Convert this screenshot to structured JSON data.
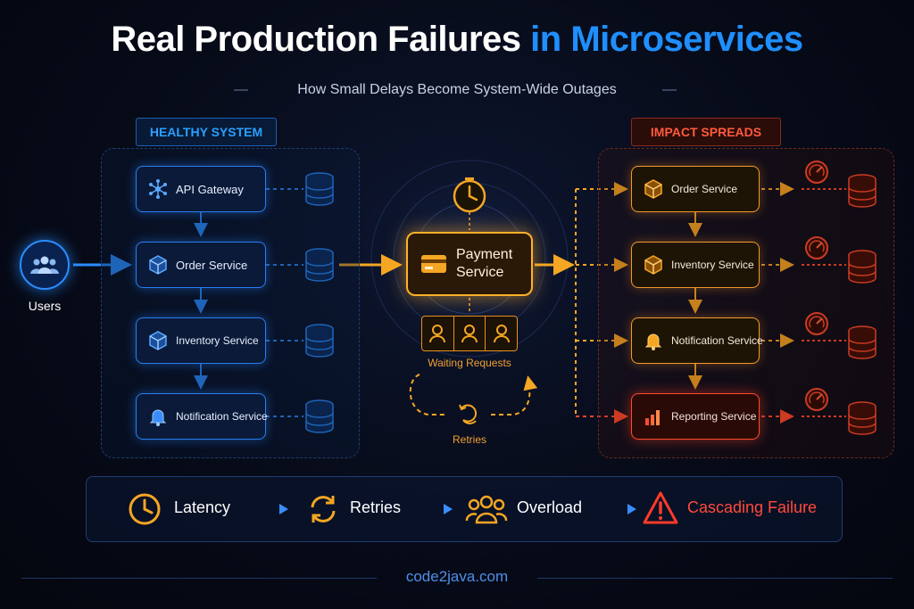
{
  "title": {
    "part1": "Real Production Failures ",
    "part2": "in Microservices"
  },
  "subtitle": "How Small Delays Become System-Wide Outages",
  "badges": {
    "healthy": "HEALTHY SYSTEM",
    "impact": "IMPACT SPREADS"
  },
  "users": {
    "label": "Users"
  },
  "healthy_services": [
    {
      "label": "API Gateway",
      "icon": "network-icon"
    },
    {
      "label": "Order Service",
      "icon": "cube-icon"
    },
    {
      "label": "Inventory Service",
      "icon": "cube-icon"
    },
    {
      "label": "Notification Service",
      "icon": "bell-icon"
    }
  ],
  "payment": {
    "label": "Payment Service",
    "icon": "credit-card-icon"
  },
  "waiting": {
    "label": "Waiting Requests"
  },
  "retries": {
    "label": "Retries"
  },
  "impacted_services": [
    {
      "label": "Order Service",
      "icon": "cube-icon"
    },
    {
      "label": "Inventory Service",
      "icon": "cube-icon"
    },
    {
      "label": "Notification Service",
      "icon": "bell-icon"
    },
    {
      "label": "Reporting Service",
      "icon": "bar-chart-icon"
    }
  ],
  "legend": [
    {
      "label": "Latency",
      "icon": "clock-icon"
    },
    {
      "label": "Retries",
      "icon": "refresh-icon"
    },
    {
      "label": "Overload",
      "icon": "users-group-icon"
    },
    {
      "label": "Cascading Failure",
      "icon": "warning-icon"
    }
  ],
  "colors": {
    "blue": "#2a8dff",
    "orange": "#f5a623",
    "red": "#ff4a2a",
    "title_accent": "#1f8fff"
  },
  "footer": "code2java.com"
}
